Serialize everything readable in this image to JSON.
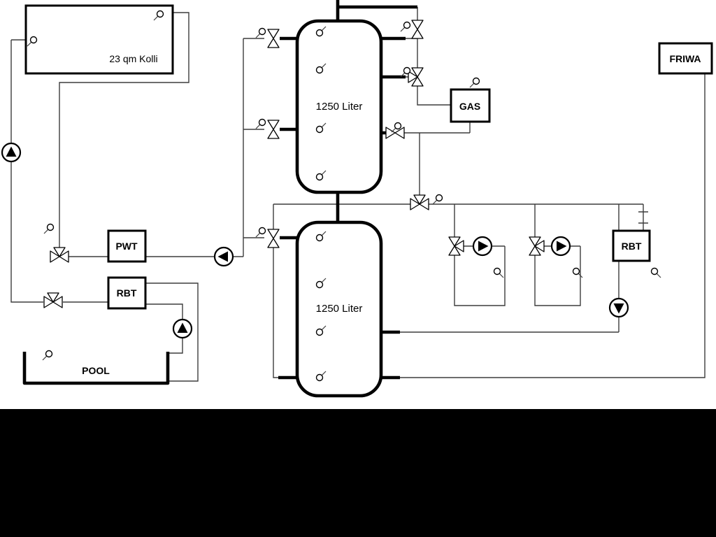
{
  "diagram": {
    "labels": {
      "solar_collector": "23 qm Kolli",
      "tank_top": "1250 Liter",
      "tank_bottom": "1250 Liter",
      "gas": "GAS",
      "friwa": "FRIWA",
      "pwt": "PWT",
      "rbt_left": "RBT",
      "rbt_right": "RBT",
      "pool": "POOL"
    },
    "colors": {
      "background": "#ffffff",
      "line": "#000000",
      "thin_line": "#3d3d3d",
      "bottom_band": "#000000"
    }
  }
}
